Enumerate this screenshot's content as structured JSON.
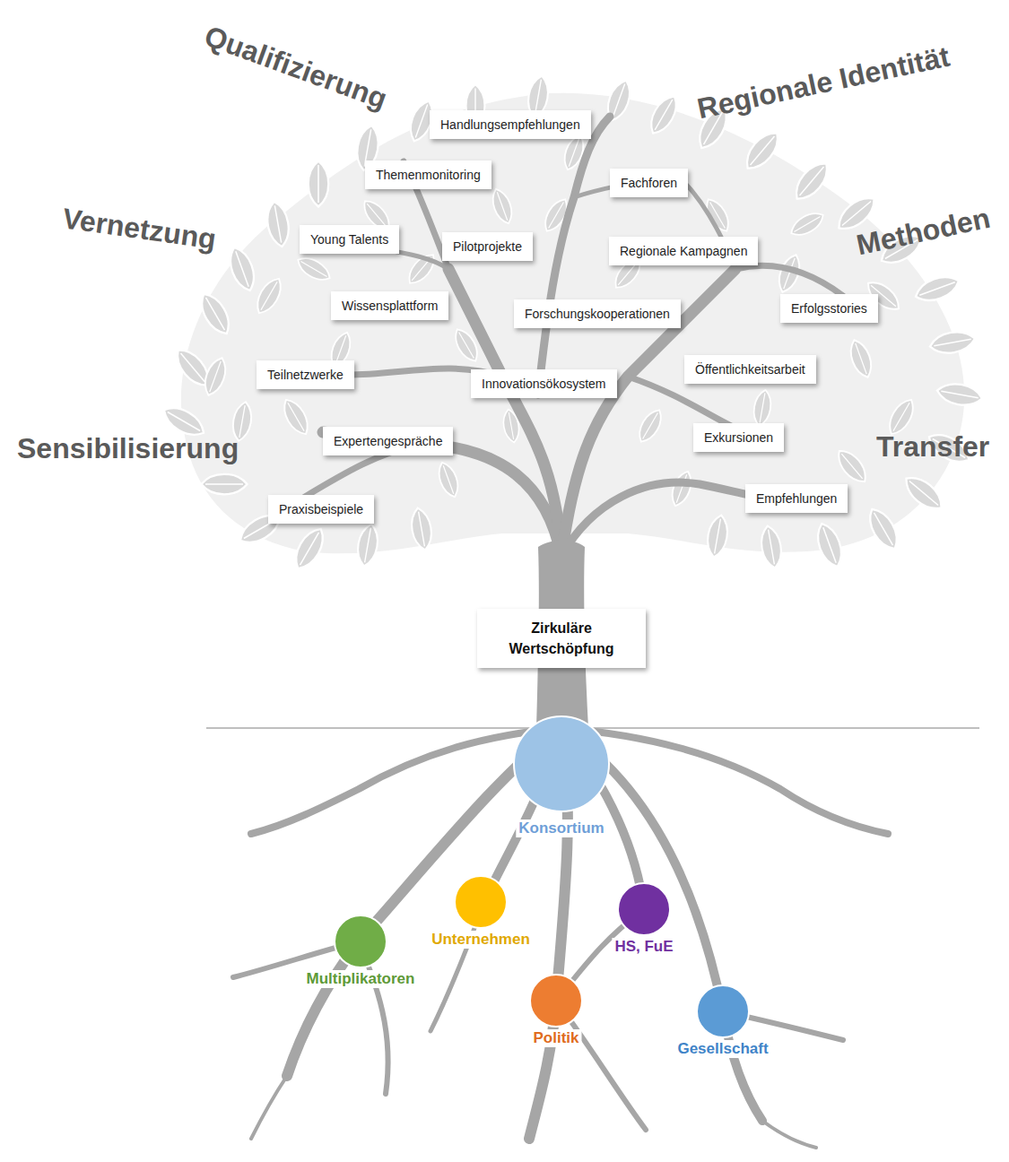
{
  "diagram": {
    "nodes": [
      {
        "text": [
          "Handlungsempfehlungen"
        ]
      },
      {
        "text": [
          "Themenmonitoring"
        ]
      },
      {
        "text": [
          "Fachforen"
        ]
      },
      {
        "text": [
          "Young Talents"
        ]
      },
      {
        "text": [
          "Pilotprojekte"
        ]
      },
      {
        "text": [
          "Regionale Kampagnen"
        ]
      },
      {
        "text": [
          "Wissensplattform"
        ]
      },
      {
        "text": [
          "Forschungskooperationen"
        ]
      },
      {
        "text": [
          "Erfolgsstories"
        ]
      },
      {
        "text": [
          "Teilnetzwerke"
        ]
      },
      {
        "text": [
          "Innovationsökosystem"
        ]
      },
      {
        "text": [
          "Öffentlichkeitsarbeit"
        ]
      },
      {
        "text": [
          "Expertengespräche"
        ]
      },
      {
        "text": [
          "Exkursionen"
        ]
      },
      {
        "text": [
          "Empfehlungen"
        ]
      },
      {
        "text": [
          "Praxisbeispiele"
        ]
      },
      {
        "text": [
          "Zirkuläre Wertschöpfung"
        ]
      },
      {
        "text": [
          "Konsortium"
        ]
      },
      {
        "text": [
          "Unternehmen"
        ]
      },
      {
        "text": [
          "HS, FuE"
        ]
      },
      {
        "text": [
          "Multiplikatoren"
        ]
      },
      {
        "text": [
          "Politik"
        ]
      },
      {
        "text": [
          "Gesellschaft"
        ]
      }
    ],
    "labels": [
      "Qualifizierung",
      "Regionale Identität",
      "Vernetzung",
      "Methoden",
      "Sensibilisierung",
      "Transfer"
    ]
  }
}
